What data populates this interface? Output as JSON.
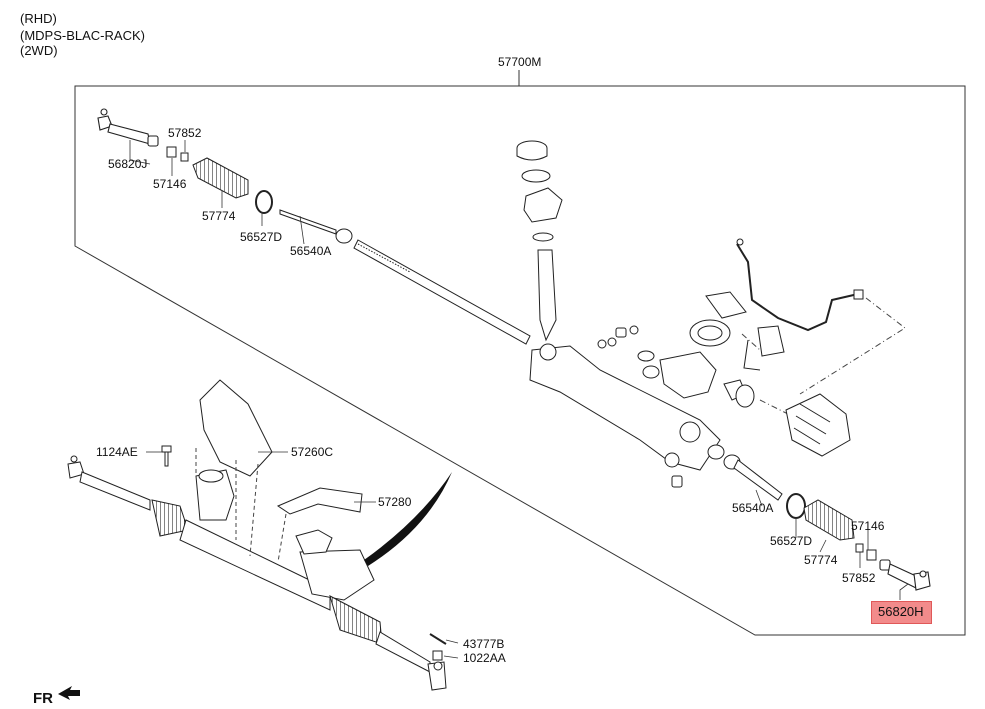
{
  "header": {
    "lines": [
      "(RHD)",
      "(MDPS-BLAC-RACK)",
      "(2WD)"
    ]
  },
  "assembly_label": "57700M",
  "parts": {
    "tie_rod_end_left": "56820J",
    "tie_rod_end_right": "56820H",
    "jam_nut_a_left": "57852",
    "jam_nut_b_left": "57146",
    "boot_left": "57774",
    "clip_left": "56527D",
    "inner_rod_left": "56540A",
    "inner_rod_right": "56540A",
    "clip_right": "56527D",
    "boot_right": "57774",
    "jam_nut_b_right": "57146",
    "jam_nut_a_right": "57852",
    "bolt": "1124AE",
    "heat_shield": "57260C",
    "bracket": "57280",
    "cotter_pin": "43777B",
    "castle_nut": "1022AA"
  },
  "highlighted_part": "56820H",
  "direction_label": "FR",
  "colors": {
    "highlight_fill": "#f28b8b",
    "line": "#222222"
  }
}
